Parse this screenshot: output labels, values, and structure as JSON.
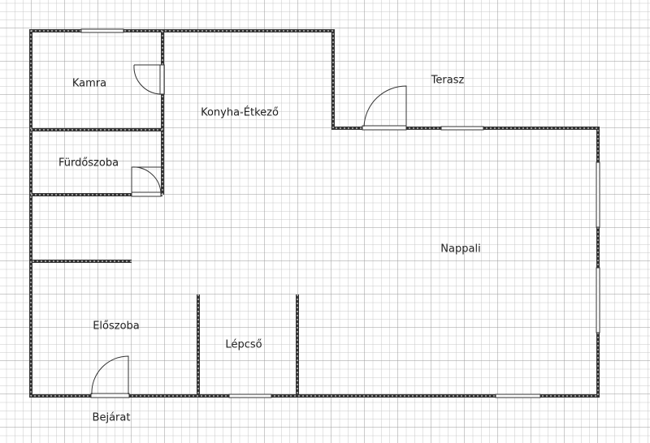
{
  "rooms": {
    "kamra": "Kamra",
    "konyha": "Konyha-Étkező",
    "terasz": "Terasz",
    "furdo": "Fürdőszoba",
    "nappali": "Nappali",
    "eloszoba": "Előszoba",
    "lepcso": "Lépcső",
    "bejarat": "Bejárat"
  },
  "colors": {
    "wall": "#333333",
    "grid_minor": "#c8c8c8",
    "grid_major": "#9a9a9a"
  }
}
